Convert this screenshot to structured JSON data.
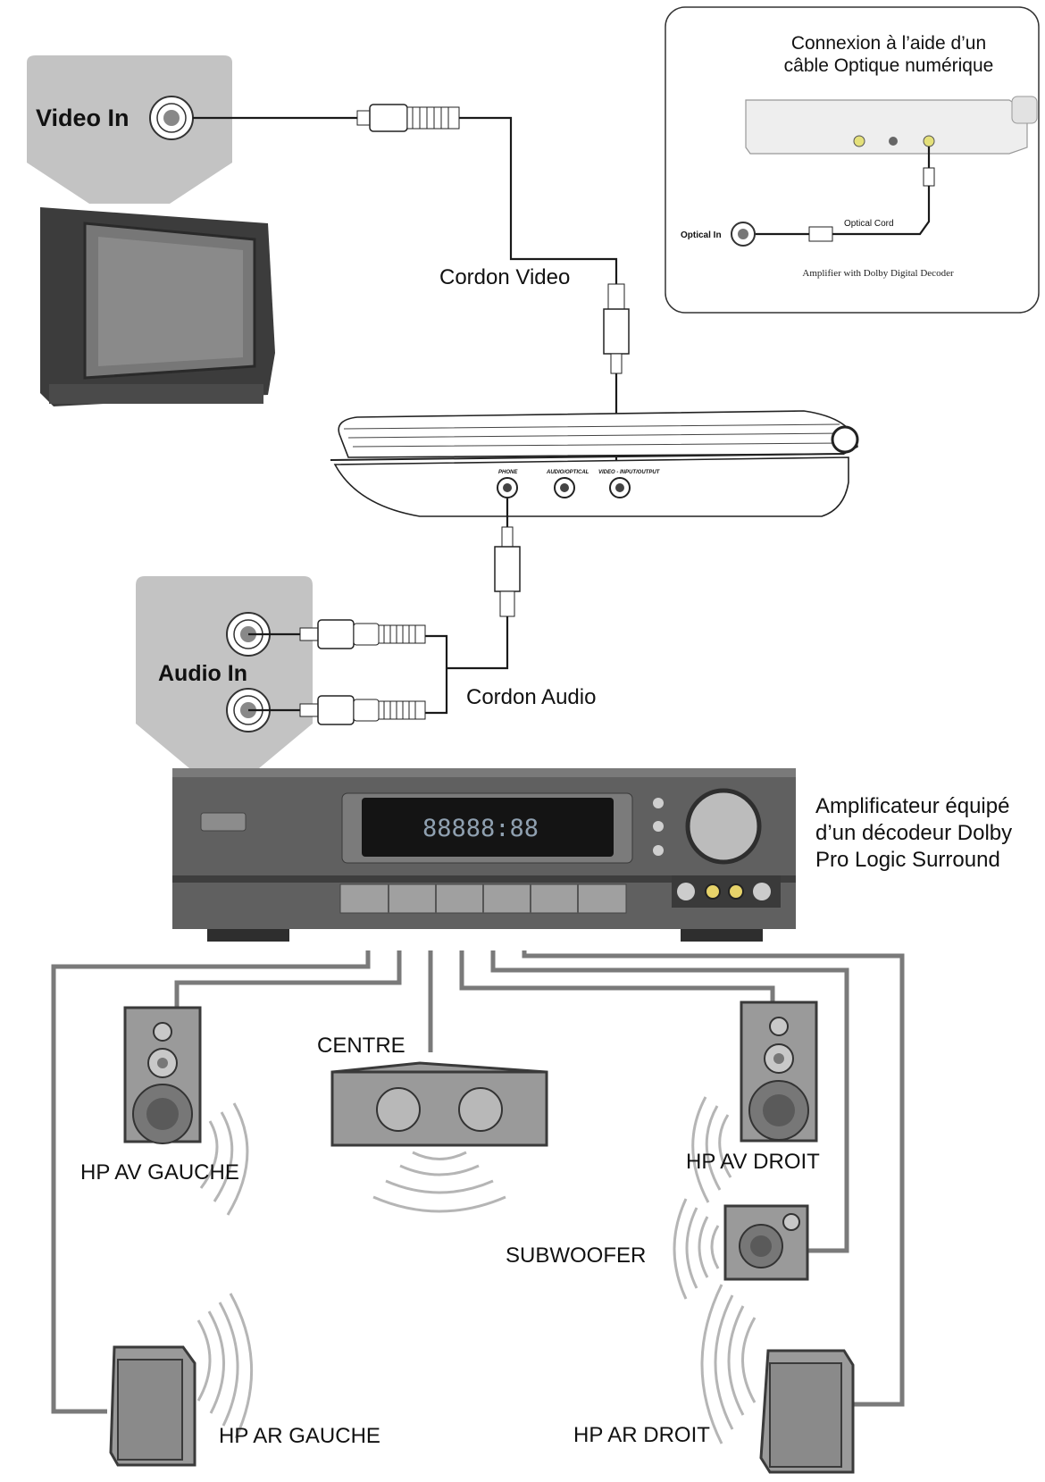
{
  "labels": {
    "video_in": "Video In",
    "cordon_video": "Cordon Video",
    "audio_in": "Audio In",
    "cordon_audio": "Cordon Audio",
    "amp_line1": "Amplificateur équipé",
    "amp_line2": "d’un décodeur Dolby",
    "amp_line3": "Pro Logic Surround",
    "centre": "CENTRE",
    "hp_av_gauche": "HP AV GAUCHE",
    "hp_av_droit": "HP AV DROIT",
    "subwoofer": "SUBWOOFER",
    "hp_ar_gauche": "HP AR GAUCHE",
    "hp_ar_droit": "HP AR DROIT"
  },
  "inset": {
    "title_line1": "Connexion à l’aide d’un",
    "title_line2": "câble Optique numérique",
    "optical_in": "Optical In",
    "optical_cord": "Optical Cord",
    "caption": "Amplifier with Dolby Digital Decoder"
  },
  "player": {
    "phone": "PHONE",
    "audio_optical": "AUDIO/OPTICAL",
    "video_io": "VIDEO - INPUT/OUTPUT"
  },
  "amp_display": "88888:88"
}
